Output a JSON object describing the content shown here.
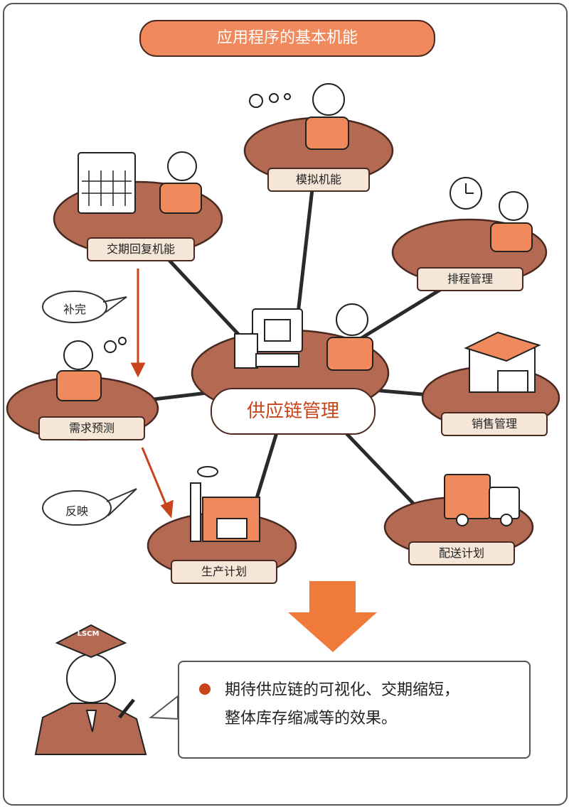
{
  "title": "应用程序的基本机能",
  "center": "供应链管理",
  "nodes": {
    "simulation": "模拟机能",
    "delivery_reply": "交期回复机能",
    "scheduling": "排程管理",
    "sales": "销售管理",
    "demand_forecast": "需求预测",
    "distribution": "配送计划",
    "production": "生产计划"
  },
  "bubbles": {
    "supplement": "补完",
    "reflect": "反映"
  },
  "cap_text": "LSCM",
  "note": {
    "line1": "期待供应链的可视化、交期缩短，",
    "line2": "整体库存缩减等的效果。"
  },
  "colors": {
    "accent": "#f08a5d",
    "platform": "#b46a52",
    "label_bg": "#f6e6d8",
    "outline": "#4a2a20",
    "arrow": "#c8441a",
    "big_arrow": "#f07a3a"
  }
}
